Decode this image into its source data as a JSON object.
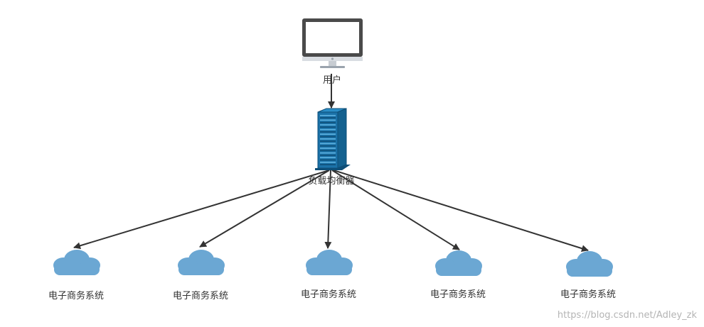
{
  "user": {
    "icon": "monitor-icon",
    "label": "用户"
  },
  "balancer": {
    "icon": "server-icon",
    "label": "负载均衡器"
  },
  "systems": [
    {
      "icon": "cloud-icon",
      "label": "电子商务系统"
    },
    {
      "icon": "cloud-icon",
      "label": "电子商务系统"
    },
    {
      "icon": "cloud-icon",
      "label": "电子商务系统"
    },
    {
      "icon": "cloud-icon",
      "label": "电子商务系统"
    },
    {
      "icon": "cloud-icon",
      "label": "电子商务系统"
    }
  ],
  "edges": [
    {
      "from": "user",
      "to": "balancer"
    },
    {
      "from": "balancer",
      "to": "system-1"
    },
    {
      "from": "balancer",
      "to": "system-2"
    },
    {
      "from": "balancer",
      "to": "system-3"
    },
    {
      "from": "balancer",
      "to": "system-4"
    },
    {
      "from": "balancer",
      "to": "system-5"
    }
  ],
  "colors": {
    "cloud": "#6ba7d3",
    "server_dark": "#0e4e77",
    "server_light": "#2a8dc7",
    "monitor_frame": "#4a4a4a",
    "arrow": "#333333"
  },
  "watermark": "https://blog.csdn.net/Adley_zk"
}
